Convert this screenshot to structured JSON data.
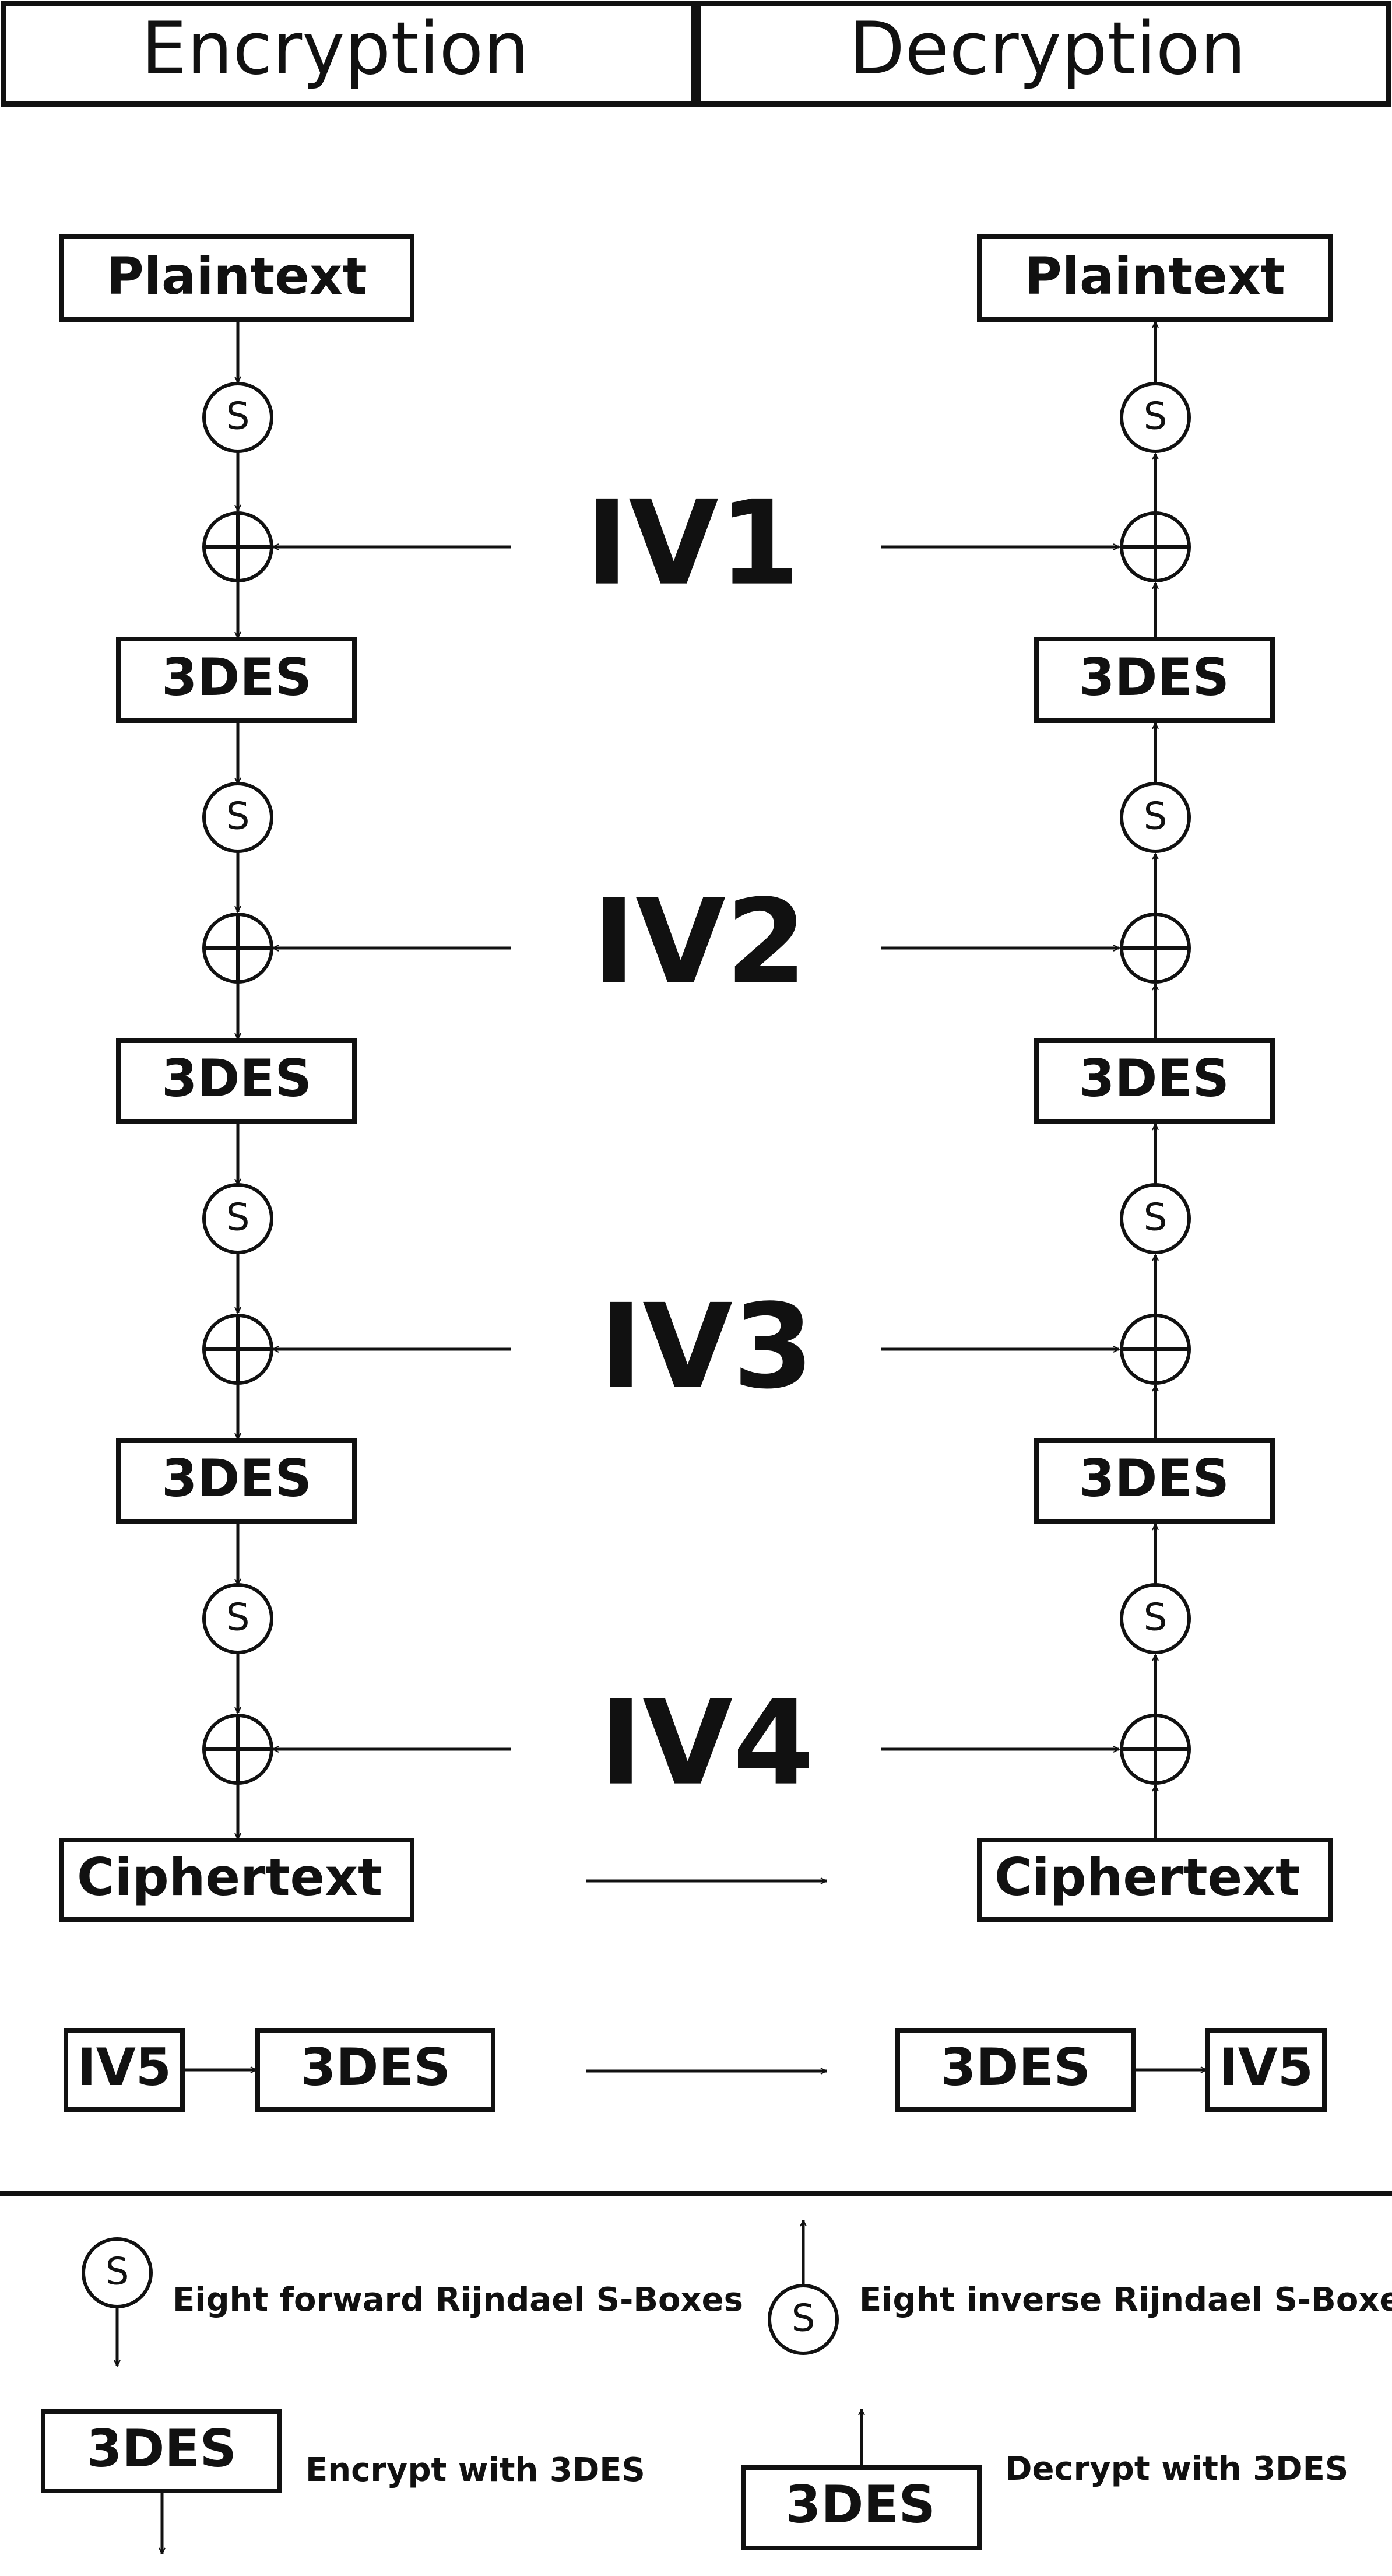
{
  "headers": {
    "encryption": "Encryption",
    "decryption": "Decryption"
  },
  "labels": {
    "plaintext": "Plaintext",
    "ciphertext": "Ciphertext",
    "des": "3DES",
    "sbox": "S"
  },
  "ivs": [
    "IV1",
    "IV2",
    "IV3",
    "IV4"
  ],
  "iv_final": "IV5",
  "legend": {
    "forward_sbox": "Eight forward Rijndael S-Boxes",
    "inverse_sbox": "Eight inverse Rijndael S-Boxes",
    "encrypt": "Encrypt with 3DES",
    "decrypt": "Decrypt with 3DES"
  },
  "colors": {
    "stroke": "#111111",
    "background": "#ffffff"
  }
}
